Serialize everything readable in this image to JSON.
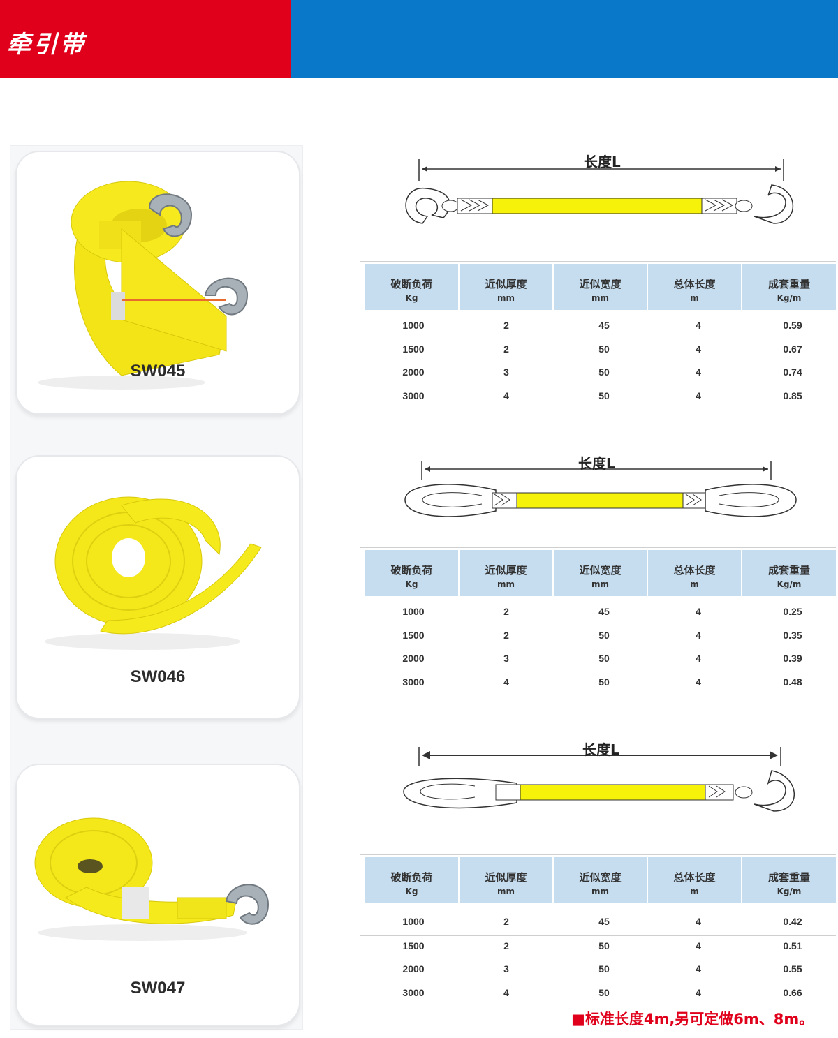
{
  "header": {
    "title": "牵引带",
    "color_red": "#e0001b",
    "color_blue": "#0a78c8"
  },
  "products": [
    {
      "code": "SW045",
      "length_label": "长度L",
      "table": {
        "headers": [
          {
            "name": "破断负荷",
            "unit": "Kg"
          },
          {
            "name": "近似厚度",
            "unit": "mm"
          },
          {
            "name": "近似宽度",
            "unit": "mm"
          },
          {
            "name": "总体长度",
            "unit": "m"
          },
          {
            "name": "成套重量",
            "unit": "Kg/m"
          }
        ],
        "rows": [
          [
            "1000",
            "2",
            "45",
            "4",
            "0.59"
          ],
          [
            "1500",
            "2",
            "50",
            "4",
            "0.67"
          ],
          [
            "2000",
            "3",
            "50",
            "4",
            "0.74"
          ],
          [
            "3000",
            "4",
            "50",
            "4",
            "0.85"
          ]
        ]
      }
    },
    {
      "code": "SW046",
      "length_label": "长度L",
      "table": {
        "headers": [
          {
            "name": "破断负荷",
            "unit": "Kg"
          },
          {
            "name": "近似厚度",
            "unit": "mm"
          },
          {
            "name": "近似宽度",
            "unit": "mm"
          },
          {
            "name": "总体长度",
            "unit": "m"
          },
          {
            "name": "成套重量",
            "unit": "Kg/m"
          }
        ],
        "rows": [
          [
            "1000",
            "2",
            "45",
            "4",
            "0.25"
          ],
          [
            "1500",
            "2",
            "50",
            "4",
            "0.35"
          ],
          [
            "2000",
            "3",
            "50",
            "4",
            "0.39"
          ],
          [
            "3000",
            "4",
            "50",
            "4",
            "0.48"
          ]
        ]
      }
    },
    {
      "code": "SW047",
      "length_label": "长度L",
      "table": {
        "headers": [
          {
            "name": "破断负荷",
            "unit": "Kg"
          },
          {
            "name": "近似厚度",
            "unit": "mm"
          },
          {
            "name": "近似宽度",
            "unit": "mm"
          },
          {
            "name": "总体长度",
            "unit": "m"
          },
          {
            "name": "成套重量",
            "unit": "Kg/m"
          }
        ],
        "rows": [
          [
            "1000",
            "2",
            "45",
            "4",
            "0.42"
          ],
          [
            "1500",
            "2",
            "50",
            "4",
            "0.51"
          ],
          [
            "2000",
            "3",
            "50",
            "4",
            "0.55"
          ],
          [
            "3000",
            "4",
            "50",
            "4",
            "0.66"
          ]
        ]
      }
    }
  ],
  "footnote": "■标准长度4m,另可定做6m、8m。",
  "icons": {
    "product_images": [
      "tow-strap-with-two-hooks",
      "tow-strap-with-loops",
      "tow-strap-with-loop-and-hook"
    ],
    "diagrams": [
      "hook-hook-strap-diagram",
      "loop-loop-strap-diagram",
      "loop-hook-strap-diagram"
    ]
  },
  "colors": {
    "strap_yellow": "#f6f20a",
    "table_header": "#c6ddf0"
  }
}
